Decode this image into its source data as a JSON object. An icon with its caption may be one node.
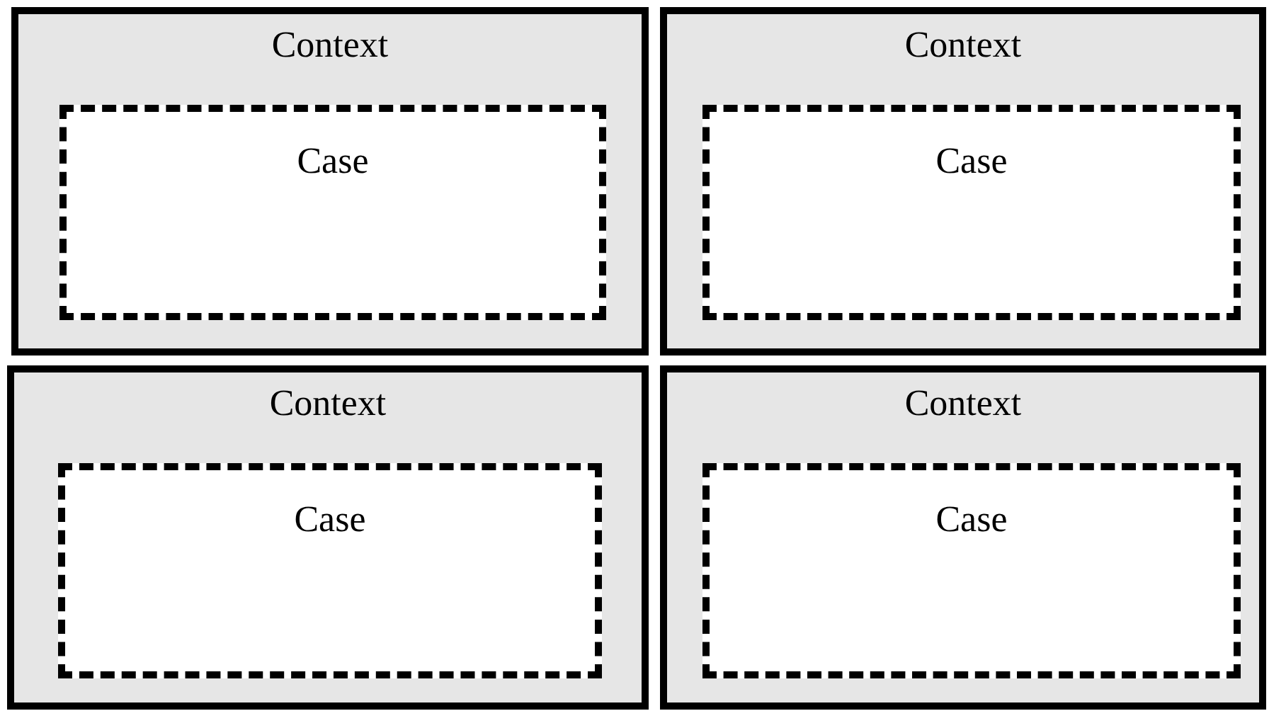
{
  "diagram": {
    "nodes": [
      {
        "text": [
          "Context"
        ]
      },
      {
        "text": [
          "Case"
        ],
        "in": 0
      },
      {
        "text": [
          "Context"
        ]
      },
      {
        "text": [
          "Case"
        ],
        "in": 2
      },
      {
        "text": [
          "Context"
        ]
      },
      {
        "text": [
          "Case"
        ],
        "in": 4
      },
      {
        "text": [
          "Context"
        ]
      },
      {
        "text": [
          "Case"
        ],
        "in": 6
      }
    ]
  }
}
